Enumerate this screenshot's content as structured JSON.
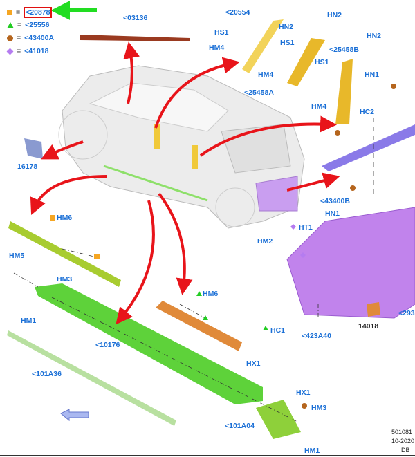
{
  "legend": [
    {
      "symbol": "square",
      "color": "#f5a623",
      "eq": "=",
      "ref": "<20878",
      "highlighted": true
    },
    {
      "symbol": "triangle",
      "color": "#22cc22",
      "eq": "=",
      "ref": "<25556"
    },
    {
      "symbol": "circle",
      "color": "#b5651d",
      "eq": "=",
      "ref": "<43400A"
    },
    {
      "symbol": "diamond",
      "color": "#b57cf0",
      "eq": "=",
      "ref": "<41018"
    }
  ],
  "labels": [
    "<03136",
    "<20554",
    "HN2",
    "HN2",
    "HS1",
    "HM4",
    "HS1",
    "HN2",
    "<25458B",
    "HS1",
    "HM4",
    "HN1",
    "<25458A",
    "HM4",
    "HC2",
    "16178",
    "<43400B",
    "HM6",
    "HN1",
    "HT1",
    "HM2",
    "HM5",
    "HM3",
    "HM6",
    "HM1",
    "<423A40",
    "14018",
    "<293",
    "HC1",
    "<10176",
    "HX1",
    "<101A36",
    "HX1",
    "HM3",
    "<101A04",
    "HM1"
  ],
  "footer": {
    "line1": "501081",
    "line2": "10-2020",
    "line3": "DB"
  },
  "colors": {
    "label": "#1a6fd6",
    "arrow": "#e8141a",
    "pointer": "#22dd22"
  }
}
